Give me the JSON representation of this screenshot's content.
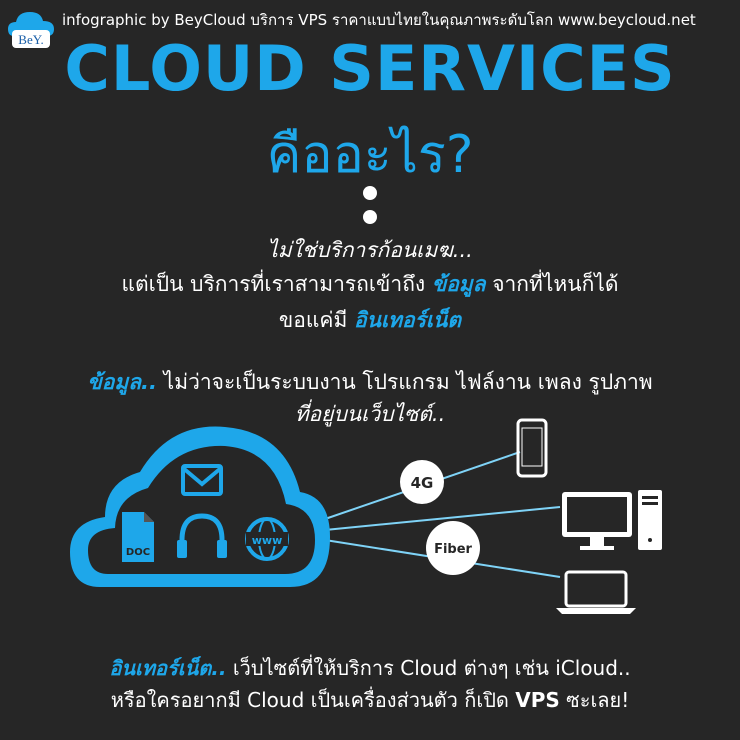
{
  "header": {
    "logo_text": "BeY.",
    "credit": "infographic by BeyCloud บริการ VPS ราคาแบบไทยในคุณภาพระดับโลก www.beycloud.net"
  },
  "title": "CLOUD SERVICES",
  "subtitle": "คืออะไร?",
  "intro": {
    "line1": "ไม่ใช่บริการก้อนเมฆ...",
    "line2_a": "แต่เป็น บริการที่เราสามารถเข้าถึง ",
    "line2_hl": "ข้อมูล",
    "line2_b": " จากที่ไหนก็ได้",
    "line3_a": "ขอแค่มี ",
    "line3_hl": "อินเทอร์เน็ต"
  },
  "data_section": {
    "hl": "ข้อมูล..",
    "text": " ไม่ว่าจะเป็นระบบงาน โปรแกรม ไฟล์งาน เพลง รูปภาพ",
    "line2": "ที่อยู่บนเว็บไซต์.."
  },
  "diagram": {
    "doc_label": "DOC",
    "www_label": "www",
    "connection_4g": "4G",
    "connection_fiber": "Fiber",
    "colors": {
      "accent": "#1ea7ea",
      "cloud_fill": "#1ea7ea",
      "background": "#262626"
    }
  },
  "footer": {
    "line1_hl": "อินเทอร์เน็ต..",
    "line1_text": " เว็บไซต์ที่ให้บริการ Cloud ต่างๆ เช่น iCloud..",
    "line2_a": "หรือใครอยากมี Cloud เป็นเครื่องส่วนตัว ก็เปิด ",
    "line2_bold": "VPS",
    "line2_b": " ซะเลย!"
  }
}
